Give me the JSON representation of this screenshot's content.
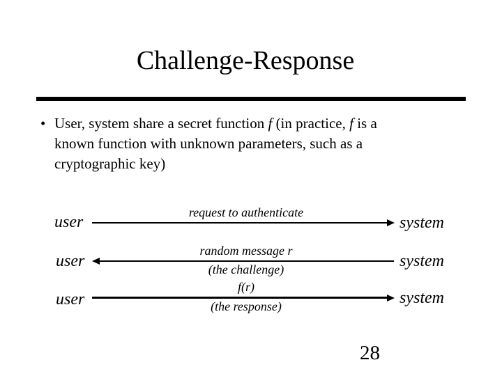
{
  "slide": {
    "title": "Challenge-Response",
    "page_number": "28",
    "colors": {
      "background": "#ffffff",
      "text": "#000000",
      "rule": "#000000"
    }
  },
  "bullet": {
    "marker": "•",
    "lines": [
      [
        {
          "t": "User, system share a secret function ",
          "i": false
        },
        {
          "t": "f",
          "i": true
        },
        {
          "t": " (in practice, ",
          "i": false
        },
        {
          "t": "f",
          "i": true
        },
        {
          "t": " is a",
          "i": false
        }
      ],
      [
        {
          "t": "known function with unknown parameters, such as a",
          "i": false
        }
      ],
      [
        {
          "t": "cryptographic key)",
          "i": false
        }
      ]
    ]
  },
  "diagram": {
    "rows": [
      {
        "left": "user",
        "right": "system",
        "direction": "right",
        "label_above": "request to authenticate",
        "label_below": ""
      },
      {
        "left": "user",
        "right": "system",
        "direction": "left",
        "label_above": "random message r",
        "label_below": "(the challenge)"
      },
      {
        "left": "user",
        "right": "system",
        "direction": "right",
        "label_above": "f(r)",
        "label_below": "(the response)"
      }
    ]
  }
}
